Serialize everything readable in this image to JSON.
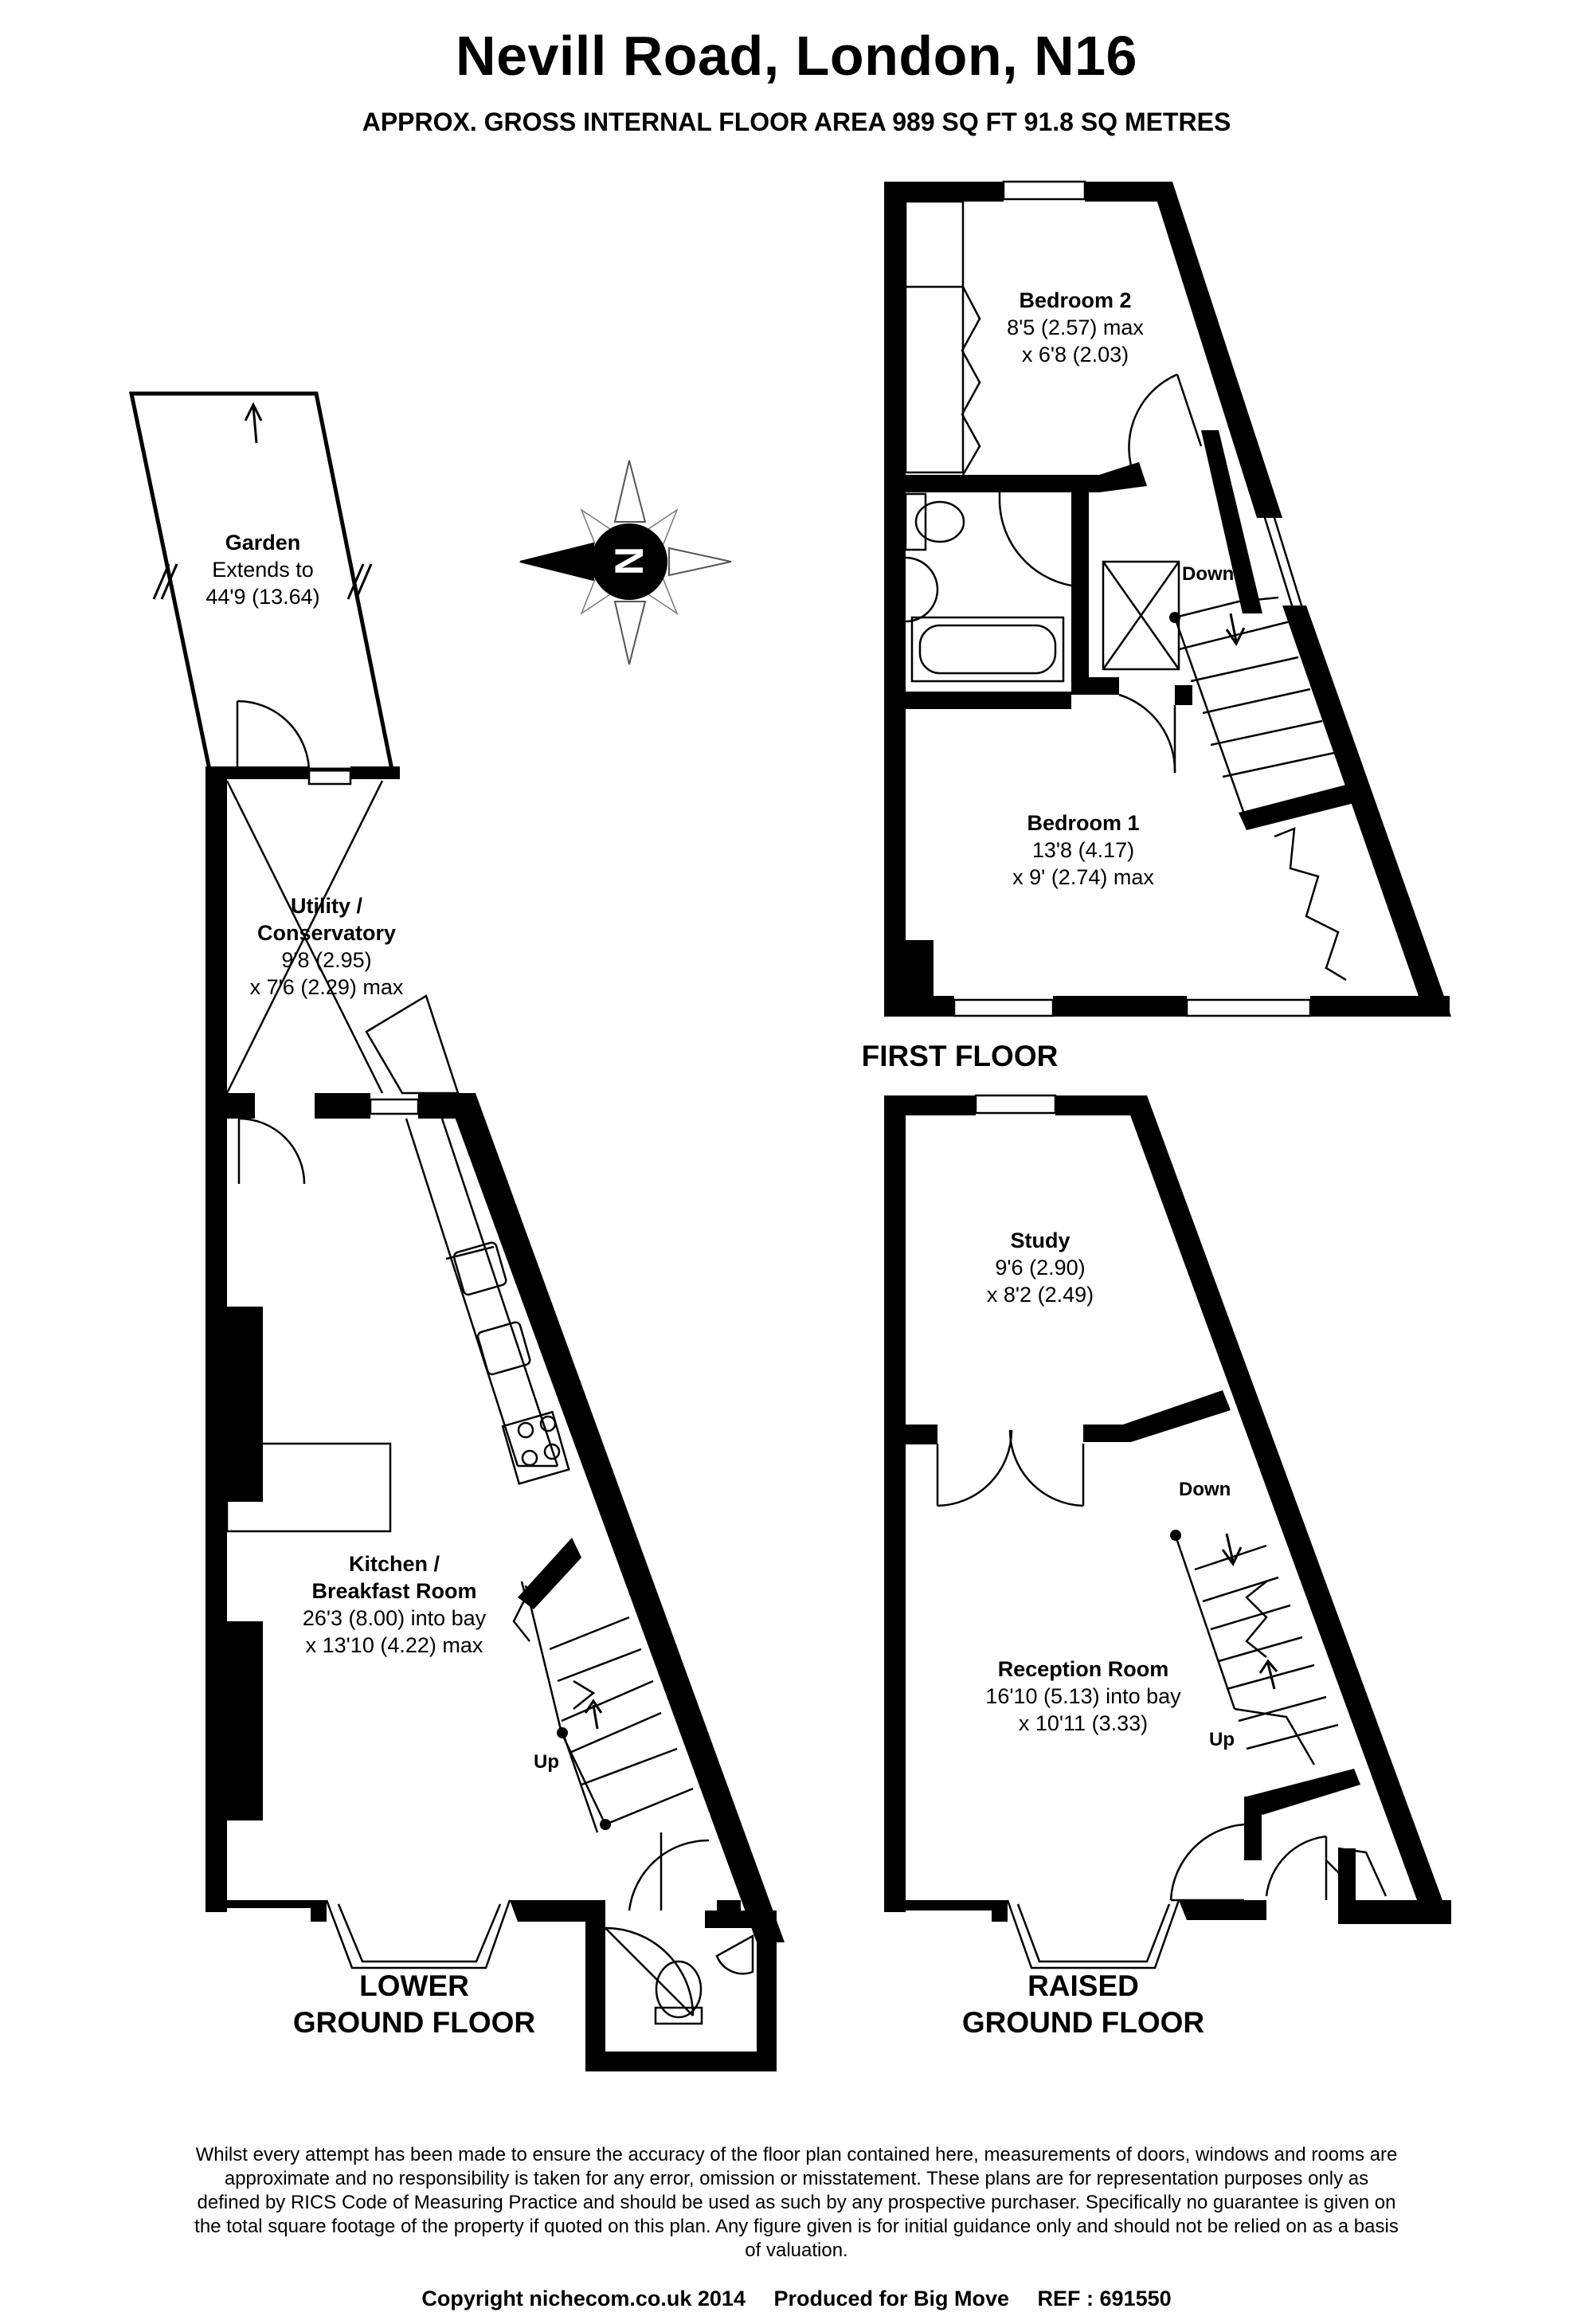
{
  "title": "Nevill Road, London, N16",
  "subtitle": "APPROX. GROSS INTERNAL FLOOR AREA 989 SQ FT 91.8 SQ METRES",
  "compass": {
    "letter": "N"
  },
  "rooms": {
    "garden": {
      "name": "Garden",
      "dims": [
        "Extends to",
        "44'9 (13.64)"
      ]
    },
    "utility": {
      "name": "Utility /",
      "name2": "Conservatory",
      "dims": [
        "9'8 (2.95)",
        "x 7'6 (2.29) max"
      ]
    },
    "kitchen": {
      "name": "Kitchen /",
      "name2": "Breakfast Room",
      "dims": [
        "26'3 (8.00) into bay",
        "x 13'10 (4.22) max"
      ]
    },
    "bedroom2": {
      "name": "Bedroom 2",
      "dims": [
        "8'5 (2.57) max",
        "x 6'8 (2.03)"
      ]
    },
    "bedroom1": {
      "name": "Bedroom 1",
      "dims": [
        "13'8 (4.17)",
        "x 9' (2.74) max"
      ]
    },
    "study": {
      "name": "Study",
      "dims": [
        "9'6 (2.90)",
        "x 8'2 (2.49)"
      ]
    },
    "reception": {
      "name": "Reception Room",
      "dims": [
        "16'10 (5.13) into bay",
        "x 10'11 (3.33)"
      ]
    }
  },
  "stairs": {
    "first_down": "Down",
    "raised_down": "Down",
    "raised_up": "Up",
    "lower_up": "Up"
  },
  "floors": {
    "first": "FIRST FLOOR",
    "lower": [
      "LOWER",
      "GROUND FLOOR"
    ],
    "raised": [
      "RAISED",
      "GROUND FLOOR"
    ]
  },
  "disclaimer": "Whilst every attempt has been made to ensure the accuracy of the floor plan contained here, measurements of doors, windows and rooms are approximate and no responsibility is taken for any error, omission or misstatement. These plans are for representation purposes only as defined by RICS Code of Measuring Practice and should be used as such by any prospective purchaser. Specifically no guarantee is given on the total square footage of the property if quoted on this plan. Any figure given is for initial guidance only and should not be relied on as a basis of valuation.",
  "footer": {
    "copyright": "Copyright nichecom.co.uk 2014",
    "produced": "Produced for Big Move",
    "ref": "REF :  691550"
  }
}
